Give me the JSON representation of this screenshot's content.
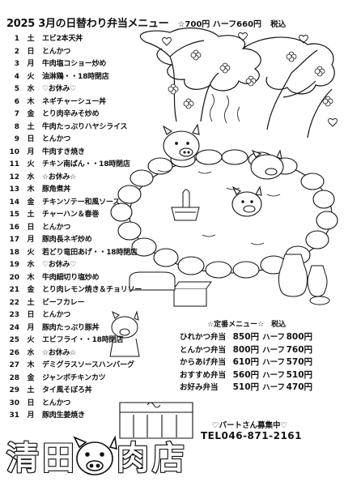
{
  "header": {
    "title": "2025 3月の日替わり弁当メニュー",
    "price": "☆700円 ハーフ660円",
    "tax": "税込"
  },
  "calendar": [
    {
      "day": "1",
      "dow": "土",
      "menu": "エビ2本天丼"
    },
    {
      "day": "2",
      "dow": "日",
      "menu": "とんかつ"
    },
    {
      "day": "3",
      "dow": "月",
      "menu": "牛肉塩コショー炒め"
    },
    {
      "day": "4",
      "dow": "火",
      "menu": "油淋鶏・・18時閉店"
    },
    {
      "day": "5",
      "dow": "水",
      "menu": "♡お休み♡"
    },
    {
      "day": "6",
      "dow": "木",
      "menu": "ネギチャーシュー丼"
    },
    {
      "day": "7",
      "dow": "金",
      "menu": "とり肉辛みそ炒め"
    },
    {
      "day": "8",
      "dow": "土",
      "menu": "牛肉たっぷりハヤシライス"
    },
    {
      "day": "9",
      "dow": "日",
      "menu": "とんかつ"
    },
    {
      "day": "10",
      "dow": "月",
      "menu": "牛肉すき焼き"
    },
    {
      "day": "11",
      "dow": "火",
      "menu": "チキン南ばん・・18時閉店"
    },
    {
      "day": "12",
      "dow": "水",
      "menu": "☆お休み☆"
    },
    {
      "day": "13",
      "dow": "木",
      "menu": "豚角煮丼"
    },
    {
      "day": "14",
      "dow": "金",
      "menu": "チキンソテー和風ソース"
    },
    {
      "day": "15",
      "dow": "土",
      "menu": "チャーハン＆春巻"
    },
    {
      "day": "16",
      "dow": "日",
      "menu": "とんかつ"
    },
    {
      "day": "17",
      "dow": "月",
      "menu": "豚肉長ネギ炒め"
    },
    {
      "day": "18",
      "dow": "火",
      "menu": "若どり竜田あげ・・18時閉店"
    },
    {
      "day": "19",
      "dow": "水",
      "menu": "♡お休み♡"
    },
    {
      "day": "20",
      "dow": "木",
      "menu": "牛肉細切り塩炒め"
    },
    {
      "day": "21",
      "dow": "金",
      "menu": "とり肉レモン焼き＆チョリソー"
    },
    {
      "day": "22",
      "dow": "土",
      "menu": "ビーフカレー"
    },
    {
      "day": "23",
      "dow": "日",
      "menu": "とんかつ"
    },
    {
      "day": "24",
      "dow": "月",
      "menu": "豚肉たっぷり豚丼"
    },
    {
      "day": "25",
      "dow": "火",
      "menu": "エビフライ・・18時閉店"
    },
    {
      "day": "26",
      "dow": "水",
      "menu": "☆お休み☆"
    },
    {
      "day": "27",
      "dow": "木",
      "menu": "デミグラスソースハンバーグ"
    },
    {
      "day": "28",
      "dow": "金",
      "menu": "ジャンボチキンカツ"
    },
    {
      "day": "29",
      "dow": "土",
      "menu": "タイ風そぼろ丼"
    },
    {
      "day": "30",
      "dow": "日",
      "menu": "とんかつ"
    },
    {
      "day": "31",
      "dow": "月",
      "menu": "豚肉生姜焼き"
    }
  ],
  "set_menu": {
    "title": "☆定番メニュー☆　税込",
    "items": [
      {
        "name": "ひれかつ弁当",
        "price": "850円",
        "half_label": "ハーフ",
        "half_price": "800円"
      },
      {
        "name": "とんかつ弁当",
        "price": "800円",
        "half_label": "ハーフ",
        "half_price": "760円"
      },
      {
        "name": "からあげ弁当",
        "price": "610円",
        "half_label": "ハーフ",
        "half_price": "570円"
      },
      {
        "name": "おすすめ弁当",
        "price": "560円",
        "half_label": "ハーフ",
        "half_price": "510円"
      },
      {
        "name": "お好み弁当",
        "price": "510円",
        "half_label": "ハーフ",
        "half_price": "470円"
      }
    ]
  },
  "recruit": "♡パートさん募集中♡",
  "tel": "TEL046-871-2161",
  "shop_name": {
    "c1": "清",
    "c2": "田",
    "c3": "肉",
    "c4": "店"
  },
  "icons": [
    "pig-in-hot-spring-illustration",
    "pig-logo-icon",
    "heart-icon",
    "cherry-blossom-icon",
    "sake-bottle-icon",
    "wooden-bucket-icon",
    "shop-noren-icon"
  ]
}
